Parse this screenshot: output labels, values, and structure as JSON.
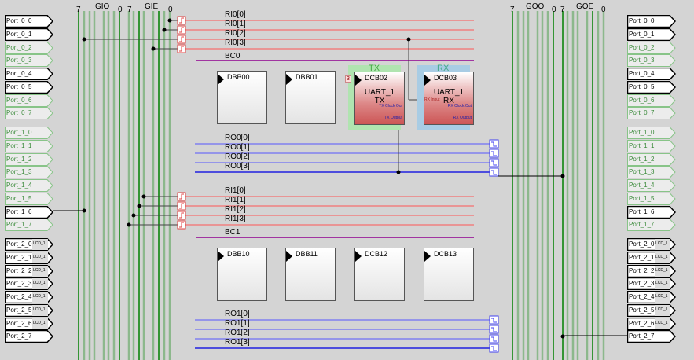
{
  "left_bus": {
    "gio": "GIO",
    "gie": "GIE",
    "gio_hi": "7",
    "gio_lo": "0",
    "gie_hi": "7",
    "gie_lo": "0"
  },
  "right_bus": {
    "goo": "GOO",
    "goe": "GOE",
    "goo_hi": "7",
    "goo_lo": "0",
    "goe_hi": "7",
    "goe_lo": "0"
  },
  "ports": [
    {
      "label": "Port_0_0",
      "active": true
    },
    {
      "label": "Port_0_1",
      "active": true
    },
    {
      "label": "Port_0_2",
      "active": false
    },
    {
      "label": "Port_0_3",
      "active": false
    },
    {
      "label": "Port_0_4",
      "active": true
    },
    {
      "label": "Port_0_5",
      "active": true
    },
    {
      "label": "Port_0_6",
      "active": false
    },
    {
      "label": "Port_0_7",
      "active": false
    },
    {
      "label": "Port_1_0",
      "active": false
    },
    {
      "label": "Port_1_1",
      "active": false
    },
    {
      "label": "Port_1_2",
      "active": false
    },
    {
      "label": "Port_1_3",
      "active": false
    },
    {
      "label": "Port_1_4",
      "active": false
    },
    {
      "label": "Port_1_5",
      "active": false
    },
    {
      "label": "Port_1_6",
      "active": true
    },
    {
      "label": "Port_1_7",
      "active": false
    },
    {
      "label": "Port_2_0",
      "active": true,
      "tag": "LCD_1"
    },
    {
      "label": "Port_2_1",
      "active": true,
      "tag": "LCD_1"
    },
    {
      "label": "Port_2_2",
      "active": true,
      "tag": "LCD_1"
    },
    {
      "label": "Port_2_3",
      "active": true,
      "tag": "LCD_1"
    },
    {
      "label": "Port_2_4",
      "active": true,
      "tag": "LCD_1"
    },
    {
      "label": "Port_2_5",
      "active": true,
      "tag": "LCD_1"
    },
    {
      "label": "Port_2_6",
      "active": true,
      "tag": "LCD_1"
    },
    {
      "label": "Port_2_7",
      "active": true
    }
  ],
  "row0": {
    "ri": [
      "RI0[0]",
      "RI0[1]",
      "RI0[2]",
      "RI0[3]"
    ],
    "bc": "BC0",
    "ro": [
      "RO0[0]",
      "RO0[1]",
      "RO0[2]",
      "RO0[3]"
    ]
  },
  "row1": {
    "ri": [
      "RI1[0]",
      "RI1[1]",
      "RI1[2]",
      "RI1[3]"
    ],
    "bc": "BC1",
    "ro": [
      "RO1[0]",
      "RO1[1]",
      "RO1[2]",
      "RO1[3]"
    ]
  },
  "blocks": {
    "dbb00": "DBB00",
    "dbb01": "DBB01",
    "dbb10": "DBB10",
    "dbb11": "DBB11",
    "dcb12": "DCB12",
    "dcb13": "DCB13"
  },
  "tx": {
    "group": "TX",
    "name": "DCB02",
    "inst": "UART_1",
    "type": "TX",
    "clock_badge": "3",
    "clock_out": "TX Clock Out",
    "output": "TX Output"
  },
  "rx": {
    "group": "RX",
    "name": "DCB03",
    "inst": "UART_1",
    "type": "RX",
    "input": "RX Input",
    "clock_out": "RX Clock Out",
    "output": "RX Output"
  },
  "colors": {
    "ri": "#f08080",
    "ro": "#4040f0",
    "bc": "#900090",
    "bus": "#8cb88c",
    "bus_dark": "#008000"
  }
}
